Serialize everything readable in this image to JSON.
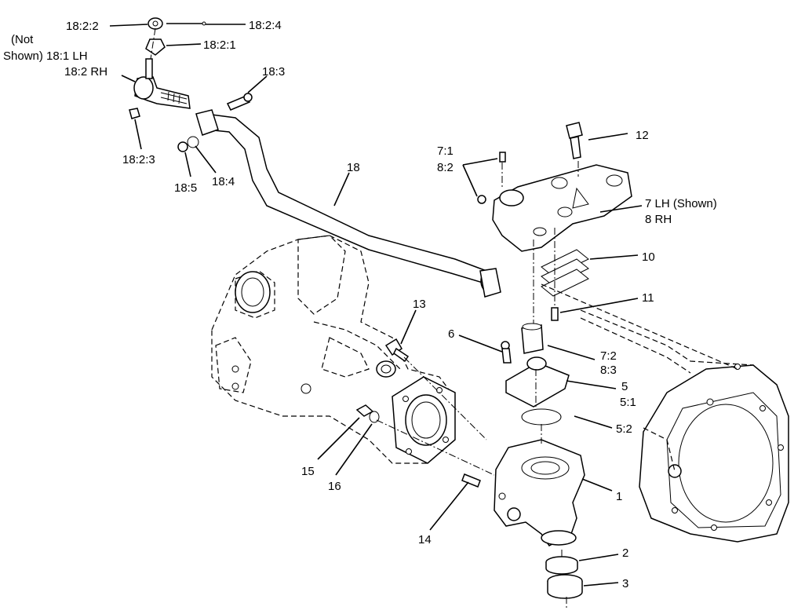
{
  "callouts": {
    "c18_2_2": "18:2:2",
    "c18_2_4": "18:2:4",
    "c18_2_1": "18:2:1",
    "not_shown_1": "(Not",
    "not_shown_2": "Shown) 18:1 LH",
    "c18_2_rh": "18:2 RH",
    "c18_3": "18:3",
    "c18_2_3": "18:2:3",
    "c18_5": "18:5",
    "c18_4": "18:4",
    "c18": "18",
    "c12": "12",
    "c7_1": "7:1",
    "c8_2": "8:2",
    "c7_lh": "7 LH (Shown)",
    "c8_rh": "8 RH",
    "c10": "10",
    "c11": "11",
    "c13": "13",
    "c6": "6",
    "c7_2": "7:2",
    "c8_3": "8:3",
    "c5": "5",
    "c5_1": "5:1",
    "c5_2": "5:2",
    "c1": "1",
    "c15": "15",
    "c16": "16",
    "c14": "14",
    "c2": "2",
    "c3": "3"
  }
}
